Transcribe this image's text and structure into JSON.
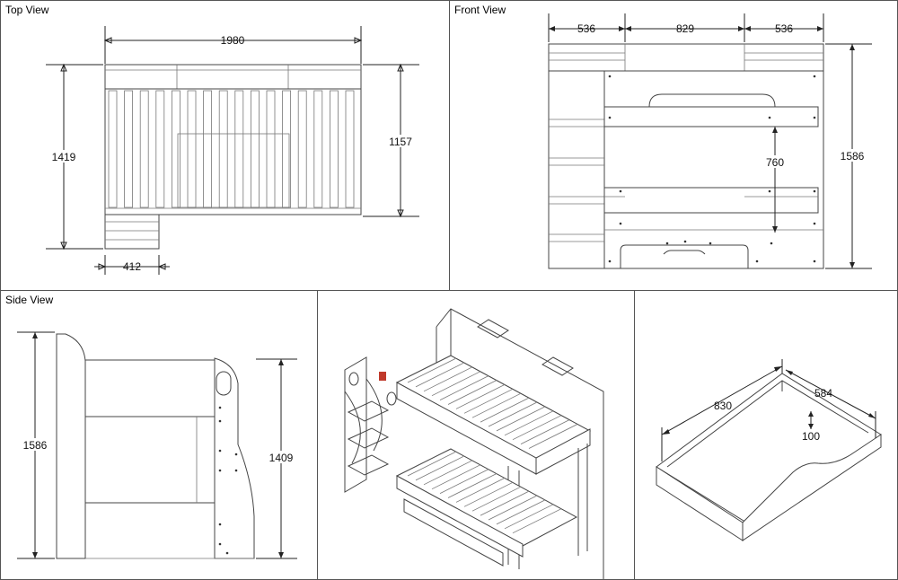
{
  "panels": {
    "top_view": {
      "title": "Top View"
    },
    "front_view": {
      "title": "Front View"
    },
    "side_view": {
      "title": "Side View"
    },
    "iso_view": {
      "title": ""
    },
    "drawer_view": {
      "title": ""
    }
  },
  "dimensions": {
    "top_width": "1980",
    "top_depth_total": "1419",
    "top_depth_bed": "1157",
    "top_ladder_width": "412",
    "front_left": "536",
    "front_mid": "829",
    "front_right": "536",
    "front_gap": "760",
    "front_height": "1586",
    "side_height": "1586",
    "side_inner_height": "1409",
    "drawer_length": "830",
    "drawer_width": "584",
    "drawer_height": "100"
  },
  "colors": {
    "line": "#444444",
    "accent": "#c0392b",
    "border": "#555555"
  }
}
